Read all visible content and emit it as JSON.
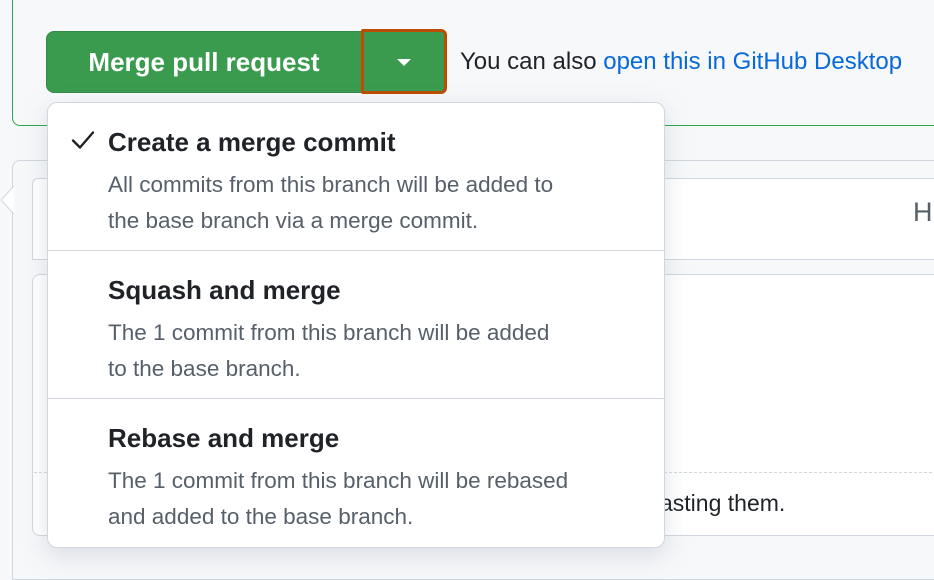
{
  "merge_button": {
    "label": "Merge pull request"
  },
  "dropdown_toggle": {
    "icon": "triangle-down-icon",
    "highlight_color": "#bc4c00"
  },
  "alt_text": {
    "prefix": "You can also ",
    "link": "open this in GitHub Desktop"
  },
  "menu": {
    "items": [
      {
        "title": "Create a merge commit",
        "description_line1": "All commits from this branch will be added to",
        "description_line2": "the base branch via a merge commit.",
        "selected": true,
        "icon": "check-icon"
      },
      {
        "title": "Squash and merge",
        "description_line1": "The 1 commit from this branch will be added",
        "description_line2": "to the base branch.",
        "selected": false
      },
      {
        "title": "Rebase and merge",
        "description_line1": "The 1 commit from this branch will be rebased",
        "description_line2": "and added to the base branch.",
        "selected": false
      }
    ]
  },
  "background": {
    "header_partial": "H",
    "partial_text": "asting them."
  },
  "colors": {
    "merge_green": "#3a9b4f",
    "border_green": "#2da44e",
    "link_blue": "#0969da",
    "muted_text": "#57606a"
  }
}
